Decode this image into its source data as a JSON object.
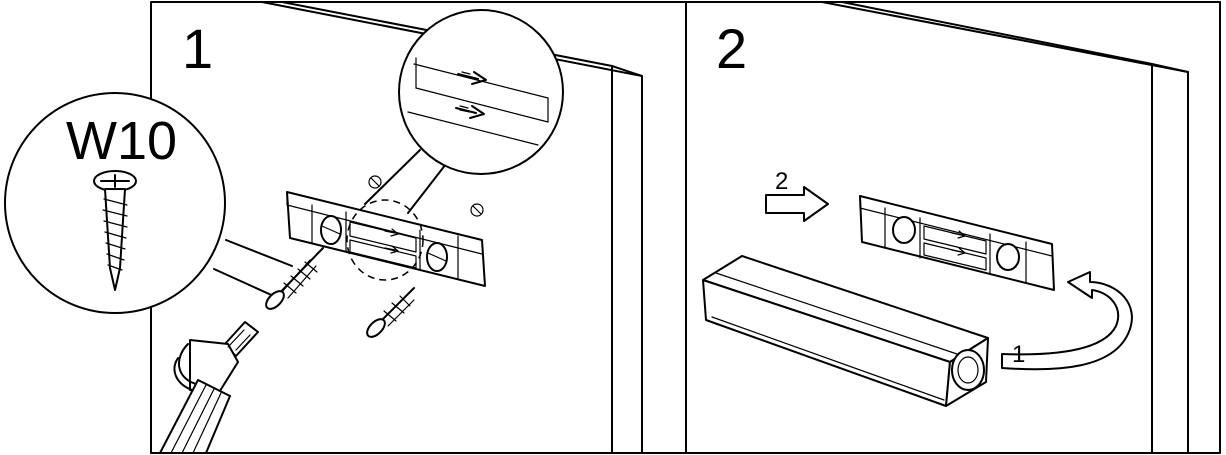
{
  "panels": [
    {
      "step_label": "1",
      "callout_label": "W10"
    },
    {
      "step_label": "2",
      "arrow_labels": [
        "2",
        "1"
      ]
    }
  ]
}
